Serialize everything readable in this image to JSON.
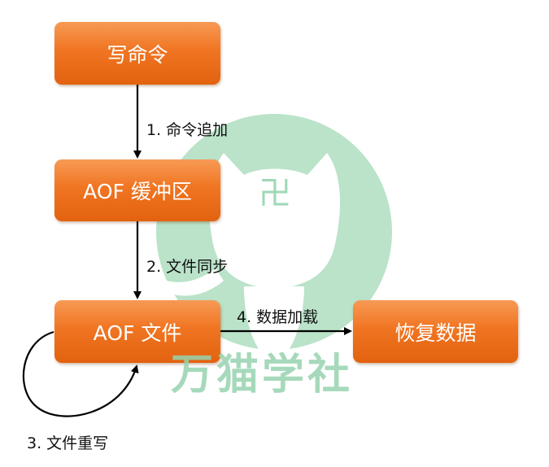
{
  "nodes": {
    "write_command": "写命令",
    "aof_buffer": "AOF 缓冲区",
    "aof_file": "AOF 文件",
    "restore_data": "恢复数据"
  },
  "edges": {
    "append": "1. 命令追加",
    "sync": "2. 文件同步",
    "rewrite": "3. 文件重写",
    "load": "4. 数据加载"
  },
  "watermark": {
    "text": "万猫学社",
    "symbol": "卍"
  },
  "colors": {
    "box_top": "#f79a55",
    "box_bottom": "#e2620f",
    "watermark": "#9fd8b6"
  }
}
